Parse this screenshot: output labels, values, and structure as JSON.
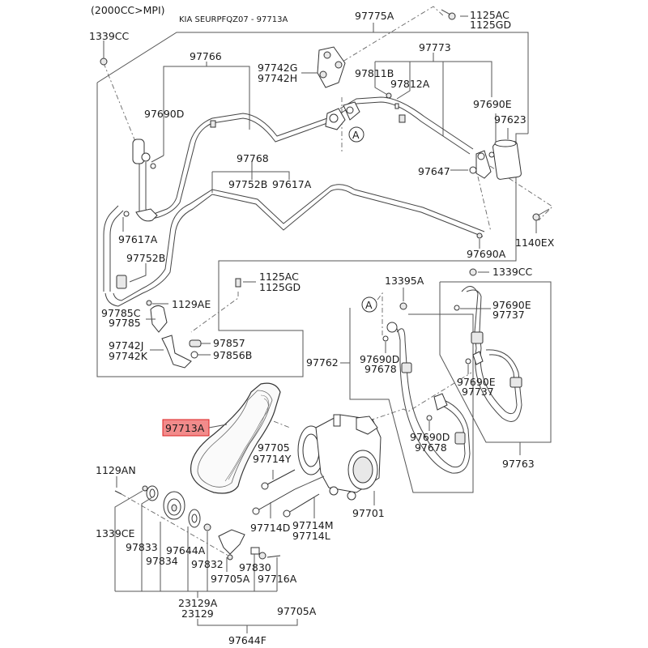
{
  "header": {
    "engine_spec": "(2000CC>MPI)",
    "part_reference": "KIA SEURPFQZ07 - 97713A"
  },
  "highlight": {
    "part_number": "97713A",
    "color": "#f28b8b",
    "border_color": "#dd2222"
  },
  "callout_letter": "A",
  "labels": {
    "p1339CC_top": "1339CC",
    "p97766": "97766",
    "p97742G": "97742G",
    "p97742H": "97742H",
    "p97775A": "97775A",
    "p1125AC_top": "1125AC",
    "p1125GD_top": "1125GD",
    "p97773": "97773",
    "p97811B": "97811B",
    "p97812A": "97812A",
    "p97690D_top": "97690D",
    "p97690E_top": "97690E",
    "p97623": "97623",
    "p97768": "97768",
    "p97752B_a": "97752B",
    "p97617A_a": "97617A",
    "p97647": "97647",
    "p97617A_b": "97617A",
    "p97752B_b": "97752B",
    "p97690A": "97690A",
    "p1140EX": "1140EX",
    "p1125AC_mid": "1125AC",
    "p1125GD_mid": "1125GD",
    "p1129AE": "1129AE",
    "p97785C": "97785C",
    "p97785": "97785",
    "p97742J": "97742J",
    "p97742K": "97742K",
    "p97857": "97857",
    "p97856B": "97856B",
    "p13395A": "13395A",
    "p1339CC_mid": "1339CC",
    "p97690E_a": "97690E",
    "p97737_a": "97737",
    "p97762": "97762",
    "p97690D_a": "97690D",
    "p97678_a": "97678",
    "p97690E_b": "97690E",
    "p97737_b": "97737",
    "p97690D_b": "97690D",
    "p97678_b": "97678",
    "p97763": "97763",
    "p97705_a": "97705",
    "p97714Y": "97714Y",
    "p97701": "97701",
    "p1129AN": "1129AN",
    "p97714D": "97714D",
    "p97714M": "97714M",
    "p97714L": "97714L",
    "p1339CE": "1339CE",
    "p97833": "97833",
    "p97834": "97834",
    "p97644A": "97644A",
    "p97832": "97832",
    "p97830": "97830",
    "p97705A_a": "97705A",
    "p97716A": "97716A",
    "p23129A": "23129A",
    "p23129": "23129",
    "p97705A_b": "97705A",
    "p97644F": "97644F"
  }
}
